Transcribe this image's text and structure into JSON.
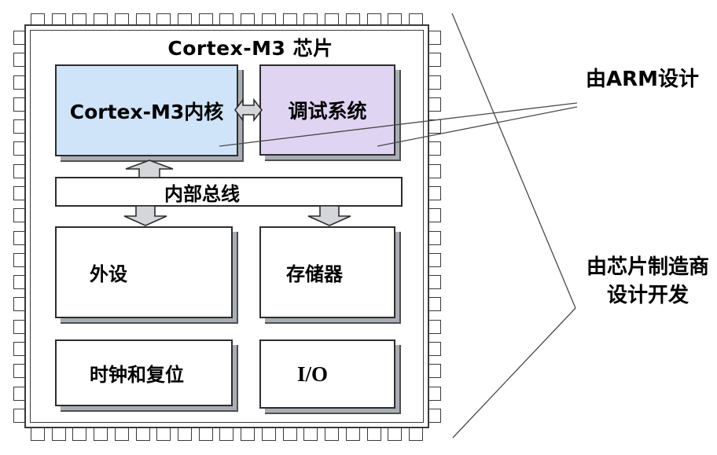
{
  "diagram": {
    "chip_title": "Cortex-M3 芯片",
    "blocks": {
      "core": "Cortex-M3内核",
      "debug": "调试系统",
      "bus": "内部总线",
      "peripherals": "外设",
      "memory": "存储器",
      "clock_reset": "时钟和复位",
      "io": "I/O"
    },
    "annotations": {
      "arm": "由ARM设计",
      "manufacturer_line1": "由芯片制造商",
      "manufacturer_line2": "设计开发"
    },
    "colors": {
      "core_fill": "#cfe3f9",
      "debug_fill": "#e0d4f3",
      "arrow_fill": "#d4d6da",
      "shadow_gray": "#a9adb5",
      "outline": "#2d2d2d"
    }
  }
}
